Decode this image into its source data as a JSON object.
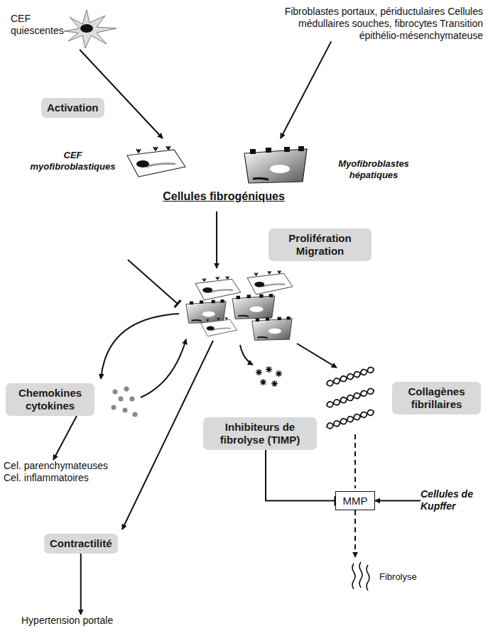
{
  "diagram": {
    "nodes": [
      {
        "text": [
          "CEF quiescentes"
        ]
      },
      {
        "text": [
          "Fibroblastes portaux, périductulaires Cellules médullaires souches, fibrocytes Transition épithélio-mésenchymateuse"
        ]
      },
      {
        "text": [
          "Activation"
        ]
      },
      {
        "text": [
          "CEF myofibroblastiques",
          "Cellules fibrogéniques",
          "Myofibroblastes hépatiques"
        ]
      },
      {
        "text": [
          "Prolifération Migration"
        ]
      },
      {
        "text": [
          "Chemokines cytokines"
        ]
      },
      {
        "text": [
          "Cel. parenchymateuses Cel. inflammatoires"
        ]
      },
      {
        "text": [
          "Inhibiteurs de fibrolyse (TIMP)"
        ]
      },
      {
        "text": [
          "Collagènes fibrillaires"
        ]
      },
      {
        "text": [
          "Contractilité"
        ]
      },
      {
        "text": [
          "MMP"
        ]
      },
      {
        "text": [
          "Cellules de Kupffer"
        ]
      },
      {
        "text": [
          "Hypertension portale"
        ]
      },
      {
        "text": [
          "Fibrolyse"
        ]
      }
    ],
    "edges": [
      {
        "from": 0,
        "to": 3,
        "arrow": "to"
      },
      {
        "from": 1,
        "to": 3,
        "arrow": "to"
      },
      {
        "from": 5,
        "to": 6,
        "arrow": "to"
      },
      {
        "from": 9,
        "to": 12,
        "arrow": "to"
      },
      {
        "from": 7,
        "to": 10,
        "arrow": "to"
      },
      {
        "from": 11,
        "to": 10,
        "arrow": "to"
      },
      {
        "from": 10,
        "to": 13,
        "arrow": "to"
      }
    ]
  }
}
